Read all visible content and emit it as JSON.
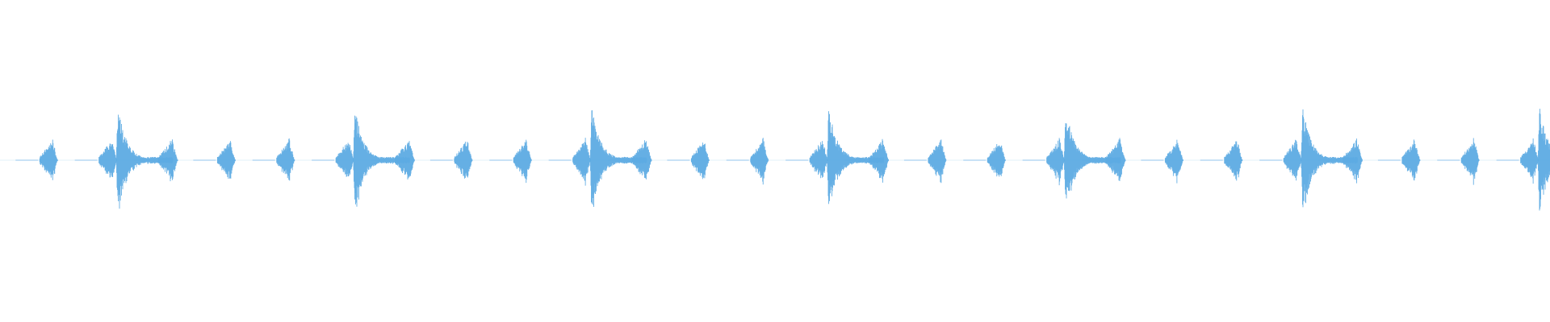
{
  "waveform": {
    "color": "#5DABE3",
    "background": "#FFFFFF",
    "pattern": {
      "bars": 8,
      "beats_per_bar": 4,
      "hits_per_beat": 1,
      "accent_on_first_beat": true
    },
    "relative_amplitudes": {
      "downbeat_peak": 1.0,
      "beat_peak": 0.42,
      "tail_level": 0.06,
      "bridge_level": 0.01
    }
  }
}
